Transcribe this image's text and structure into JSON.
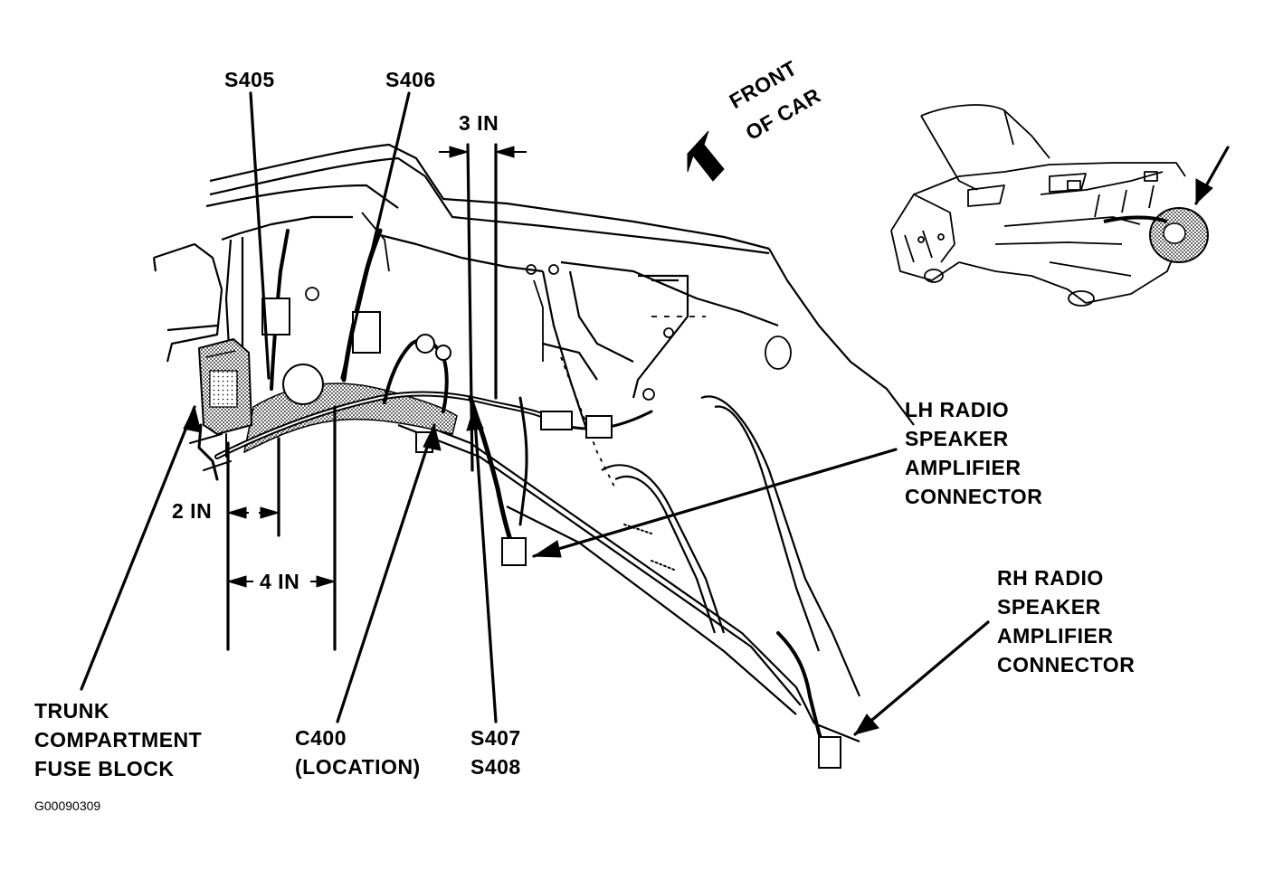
{
  "labels": {
    "s405": "S405",
    "s406": "S406",
    "dim_3in": "3 IN",
    "front_of_car_line1": "FRONT",
    "front_of_car_line2": "OF CAR",
    "lh_line1": "LH RADIO",
    "lh_line2": "SPEAKER",
    "lh_line3": "AMPLIFIER",
    "lh_line4": "CONNECTOR",
    "rh_line1": "RH RADIO",
    "rh_line2": "SPEAKER",
    "rh_line3": "AMPLIFIER",
    "rh_line4": "CONNECTOR",
    "dim_2in": "2 IN",
    "dim_4in": "4 IN",
    "trunk_line1": "TRUNK",
    "trunk_line2": "COMPARTMENT",
    "trunk_line3": "FUSE BLOCK",
    "c400_line1": "C400",
    "c400_line2": "(LOCATION)",
    "s407": "S407",
    "s408": "S408"
  },
  "figure_code": "G00090309",
  "colors": {
    "ink": "#000000",
    "paper": "#ffffff",
    "shade": "#bdbdbd"
  }
}
